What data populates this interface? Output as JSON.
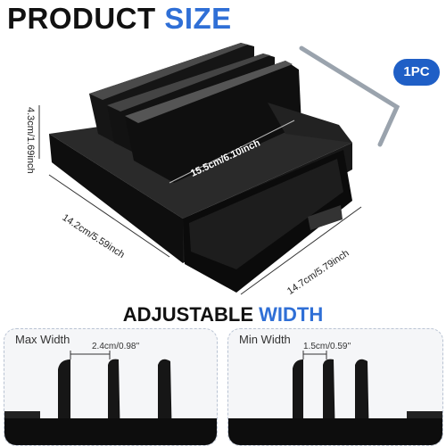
{
  "title": {
    "main": "PRODUCT",
    "accent": "SIZE"
  },
  "badge": "1PC",
  "dimensions": {
    "height": "4.3cm/1.69inch",
    "depth": "14.2cm/5.59inch",
    "slot_length": "15.5cm/6.10inch",
    "width": "14.7cm/5.79inch"
  },
  "subtitle": {
    "main": "ADJUSTABLE",
    "accent": "WIDTH"
  },
  "panels": {
    "max": {
      "label": "Max Width",
      "gap": "2.4cm/0.98''"
    },
    "min": {
      "label": "Min Width",
      "gap": "1.5cm/0.59''"
    }
  },
  "colors": {
    "accent": "#2f6fd6",
    "badge": "#1f5fc6",
    "product": "#111111"
  }
}
